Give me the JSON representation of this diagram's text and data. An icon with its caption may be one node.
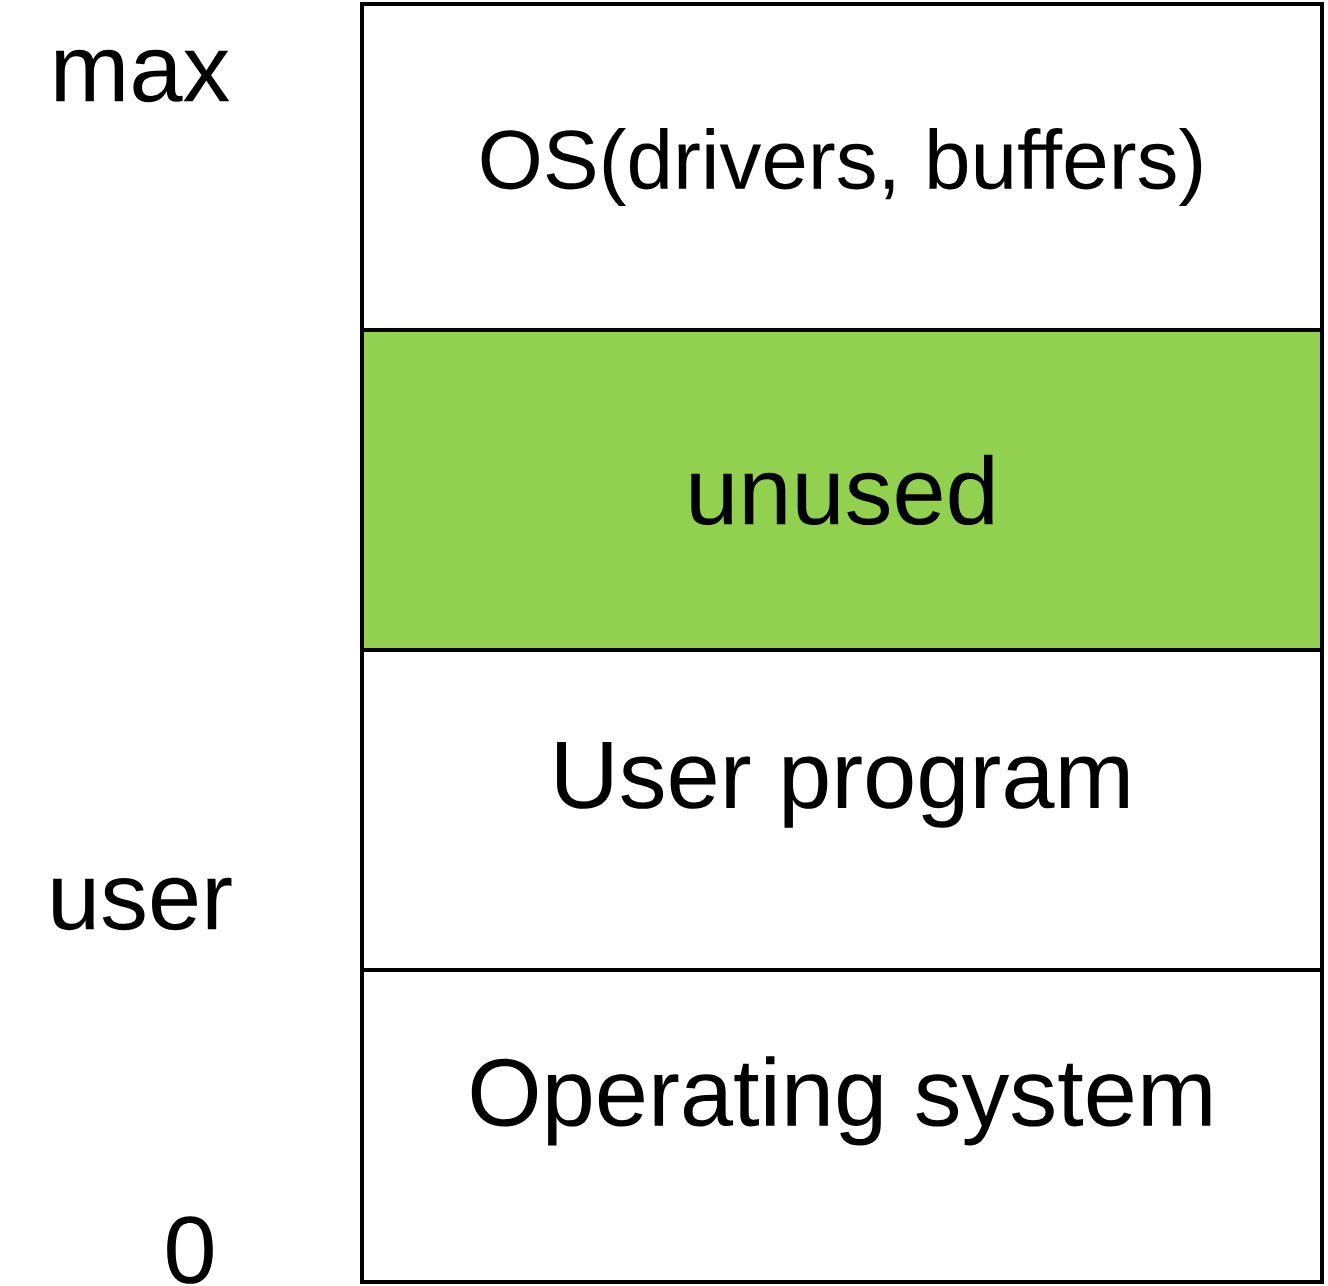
{
  "diagram": {
    "nodes": [
      {
        "text": [
          "OS(drivers, buffers)"
        ]
      },
      {
        "text": [
          "unused"
        ]
      },
      {
        "text": [
          "User program"
        ]
      },
      {
        "text": [
          "Operating system"
        ]
      }
    ],
    "edges": [],
    "labels": [
      "max",
      "user",
      "0"
    ]
  }
}
